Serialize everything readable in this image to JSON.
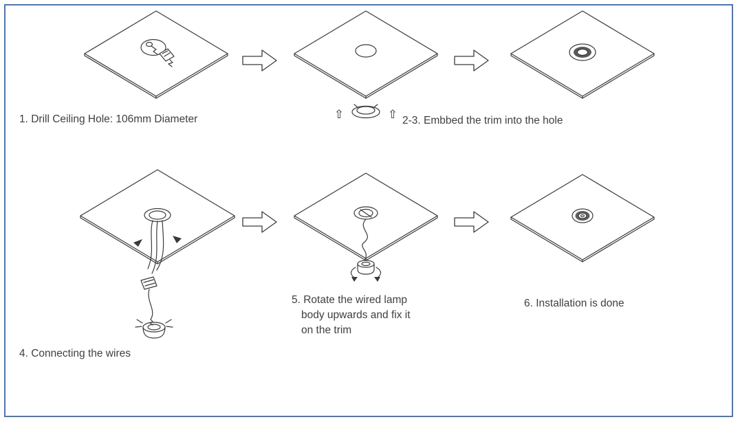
{
  "title": "Recessed lamp installation instructions",
  "style": {
    "border_color": "#4577be",
    "line_color": "#3a3a3a",
    "text_color": "#3f3f3f",
    "background": "#ffffff"
  },
  "glyphs": {
    "up_arrow": "⇧"
  },
  "steps": [
    {
      "label": "1. Drill Ceiling Hole: 106mm Diameter"
    },
    {
      "label": "2-3. Embbed the trim into the hole"
    },
    {
      "label": "4. Connecting the wires"
    },
    {
      "lines": [
        "5. Rotate the wired lamp",
        "body upwards and fix it",
        "on the trim"
      ]
    },
    {
      "label": "6. Installation is done"
    }
  ]
}
